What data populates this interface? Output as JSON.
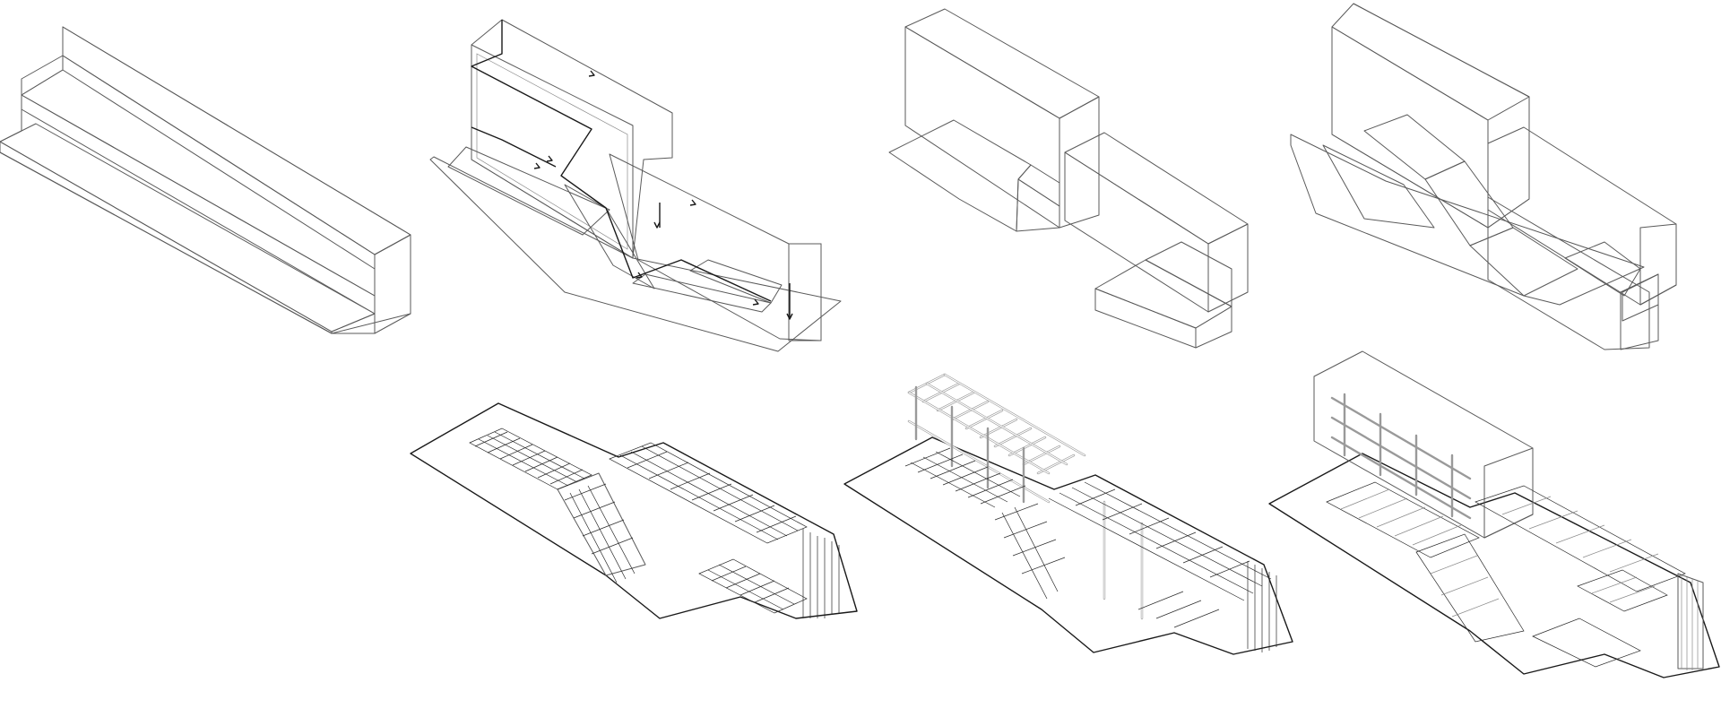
{
  "diagram": {
    "panels": [
      {
        "id": "massing-ramps",
        "row": 1,
        "col": 1,
        "fills": [
          "cream"
        ]
      },
      {
        "id": "circulation",
        "row": 1,
        "col": 2,
        "fills": [
          "cream"
        ]
      },
      {
        "id": "volumes",
        "row": 1,
        "col": 3,
        "fills": [
          "light-blue"
        ]
      },
      {
        "id": "overlay",
        "row": 1,
        "col": 4,
        "fills": [
          "light-blue",
          "olive"
        ]
      },
      {
        "id": "floor-structure",
        "row": 2,
        "col": 2,
        "fills": []
      },
      {
        "id": "space-frame",
        "row": 2,
        "col": 3,
        "fills": []
      },
      {
        "id": "combined",
        "row": 2,
        "col": 4,
        "fills": [
          "cream"
        ]
      }
    ]
  },
  "colors": {
    "cream": "#f8e7c6",
    "cream_dark": "#f2dcae",
    "light_blue": "#e6f6f8",
    "light_blue_side": "#cdebf1",
    "olive": "#dfe1c4",
    "olive_dark": "#c9cba5",
    "line": "#5a5a5a",
    "ink": "#1a1a1a"
  }
}
